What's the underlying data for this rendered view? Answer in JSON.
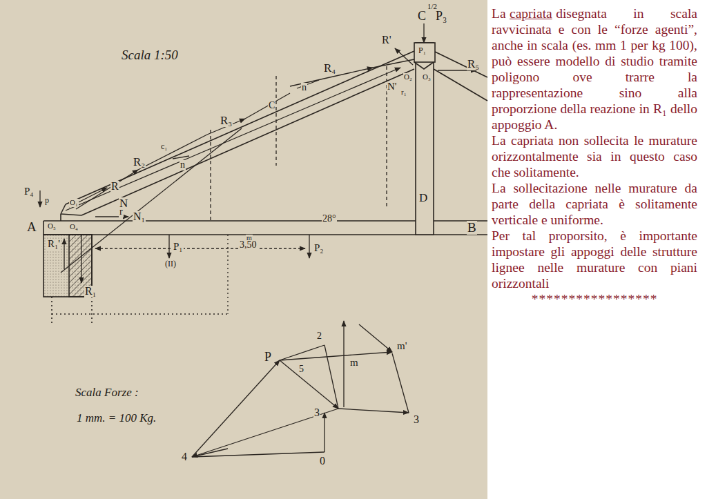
{
  "diagram": {
    "labels": [
      "Scala 1:50",
      "C",
      "1/2",
      "P₃",
      "R'",
      "P₁",
      "R₄",
      "R₅",
      "N'",
      "O₂",
      "O₃",
      "r₁",
      "R₃",
      "C",
      "n",
      "R₂",
      "n",
      "c₁",
      "R",
      "N",
      "P₄",
      "p",
      "O₁",
      "r",
      "N₁",
      "A",
      "O₅",
      "O₄",
      "B",
      "28°",
      "R₁'",
      "P₁",
      "m",
      "3,50",
      "P₂",
      "R₁",
      "(II)",
      "D",
      "Scala Forze :",
      "1 mm. = 100 Kg.",
      "P",
      "2",
      "m",
      "m'",
      "5",
      "3",
      "3",
      "4",
      "0",
      "La",
      "capriata",
      "disegnata in scala ravvicinata e con le “forze agenti”, anche in scala (es. mm 1 per kg 100), può essere modello di studio tramite poligono ove trarre la rappresentazione sino alla proporzione della reazione in R₁ dello appoggio A.",
      "La capriata non sollecita le murature orizzontalmente sia in questo caso che solitamente.",
      "La sollecitazione nelle murature da parte della capriata è solitamente verticale e uniforme.",
      "Per tal proporsito, è importante impostare gli appoggi delle strutture lignee nelle murature con piani orizzontali",
      "*****************"
    ]
  }
}
